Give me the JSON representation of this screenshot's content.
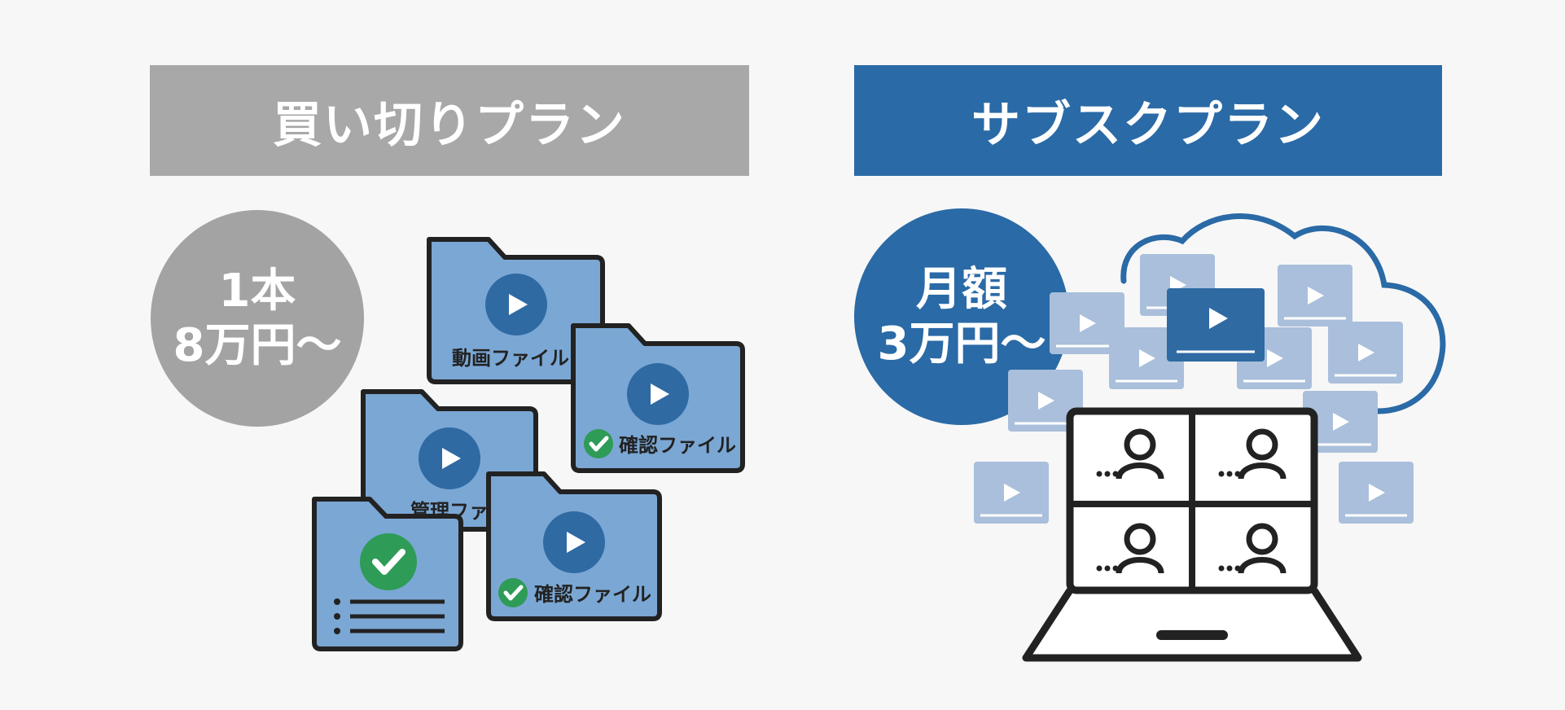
{
  "colors": {
    "background": "#f7f7f7",
    "gray_banner": "#a8a8a8",
    "gray_badge": "#a3a3a3",
    "blue_banner": "#2a6aa6",
    "blue_badge": "#2a6aa6",
    "folder_fill": "#7ba7d4",
    "play_circle": "#2f6aa3",
    "check_green": "#2e9b57",
    "outline": "#222222",
    "thumb_light": "#a9bfdb",
    "thumb_dark": "#2f6aa3"
  },
  "buy_plan": {
    "title": "買い切りプラン",
    "price_line1": "1本",
    "price_line2": "8万円～",
    "folders": [
      {
        "label": "動画ファイル",
        "icon": "play-icon"
      },
      {
        "label": "確認ファイル",
        "icon": "play-icon",
        "badge": "check-icon"
      },
      {
        "label": "管理ファイル",
        "icon": "play-icon"
      },
      {
        "label": "確認ファイル",
        "icon": "play-icon",
        "badge": "check-icon"
      }
    ],
    "document_icon": "checked-document-icon"
  },
  "subscription_plan": {
    "title": "サブスクプラン",
    "price_line1": "月額",
    "price_line2": "3万円～",
    "illustration_icons": [
      "cloud-icon",
      "video-thumbnail-icon",
      "laptop-icon",
      "video-call-participant-icon"
    ]
  }
}
